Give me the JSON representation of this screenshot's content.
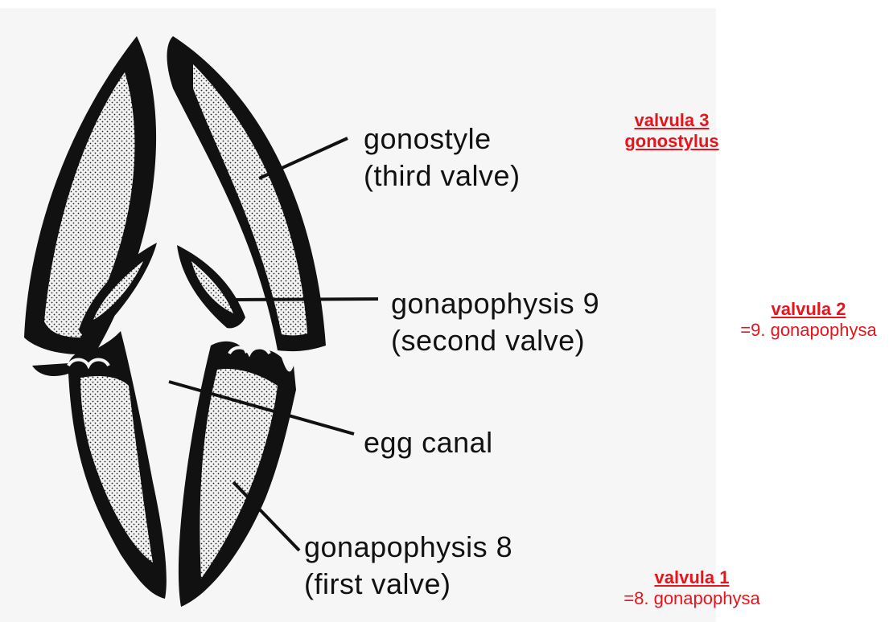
{
  "diagram_labels": {
    "gonostyle": [
      "gonostyle",
      "(third valve)"
    ],
    "gonapophysis9": [
      "gonapophysis 9",
      "(second valve)"
    ],
    "egg_canal": "egg canal",
    "gonapophysis8": [
      "gonapophysis 8",
      "(first valve)"
    ]
  },
  "annotations": {
    "valvula3": {
      "heading": "valvula 3",
      "subheading": "gonostylus"
    },
    "valvula2": {
      "heading": "valvula 2",
      "note": "=9. gonapophysa"
    },
    "valvula1": {
      "heading": "valvula 1",
      "note": "=8. gonapophysa"
    }
  },
  "colors": {
    "ink": "#111111",
    "annotation": "#e8141b",
    "panel": "#f6f6f6"
  }
}
